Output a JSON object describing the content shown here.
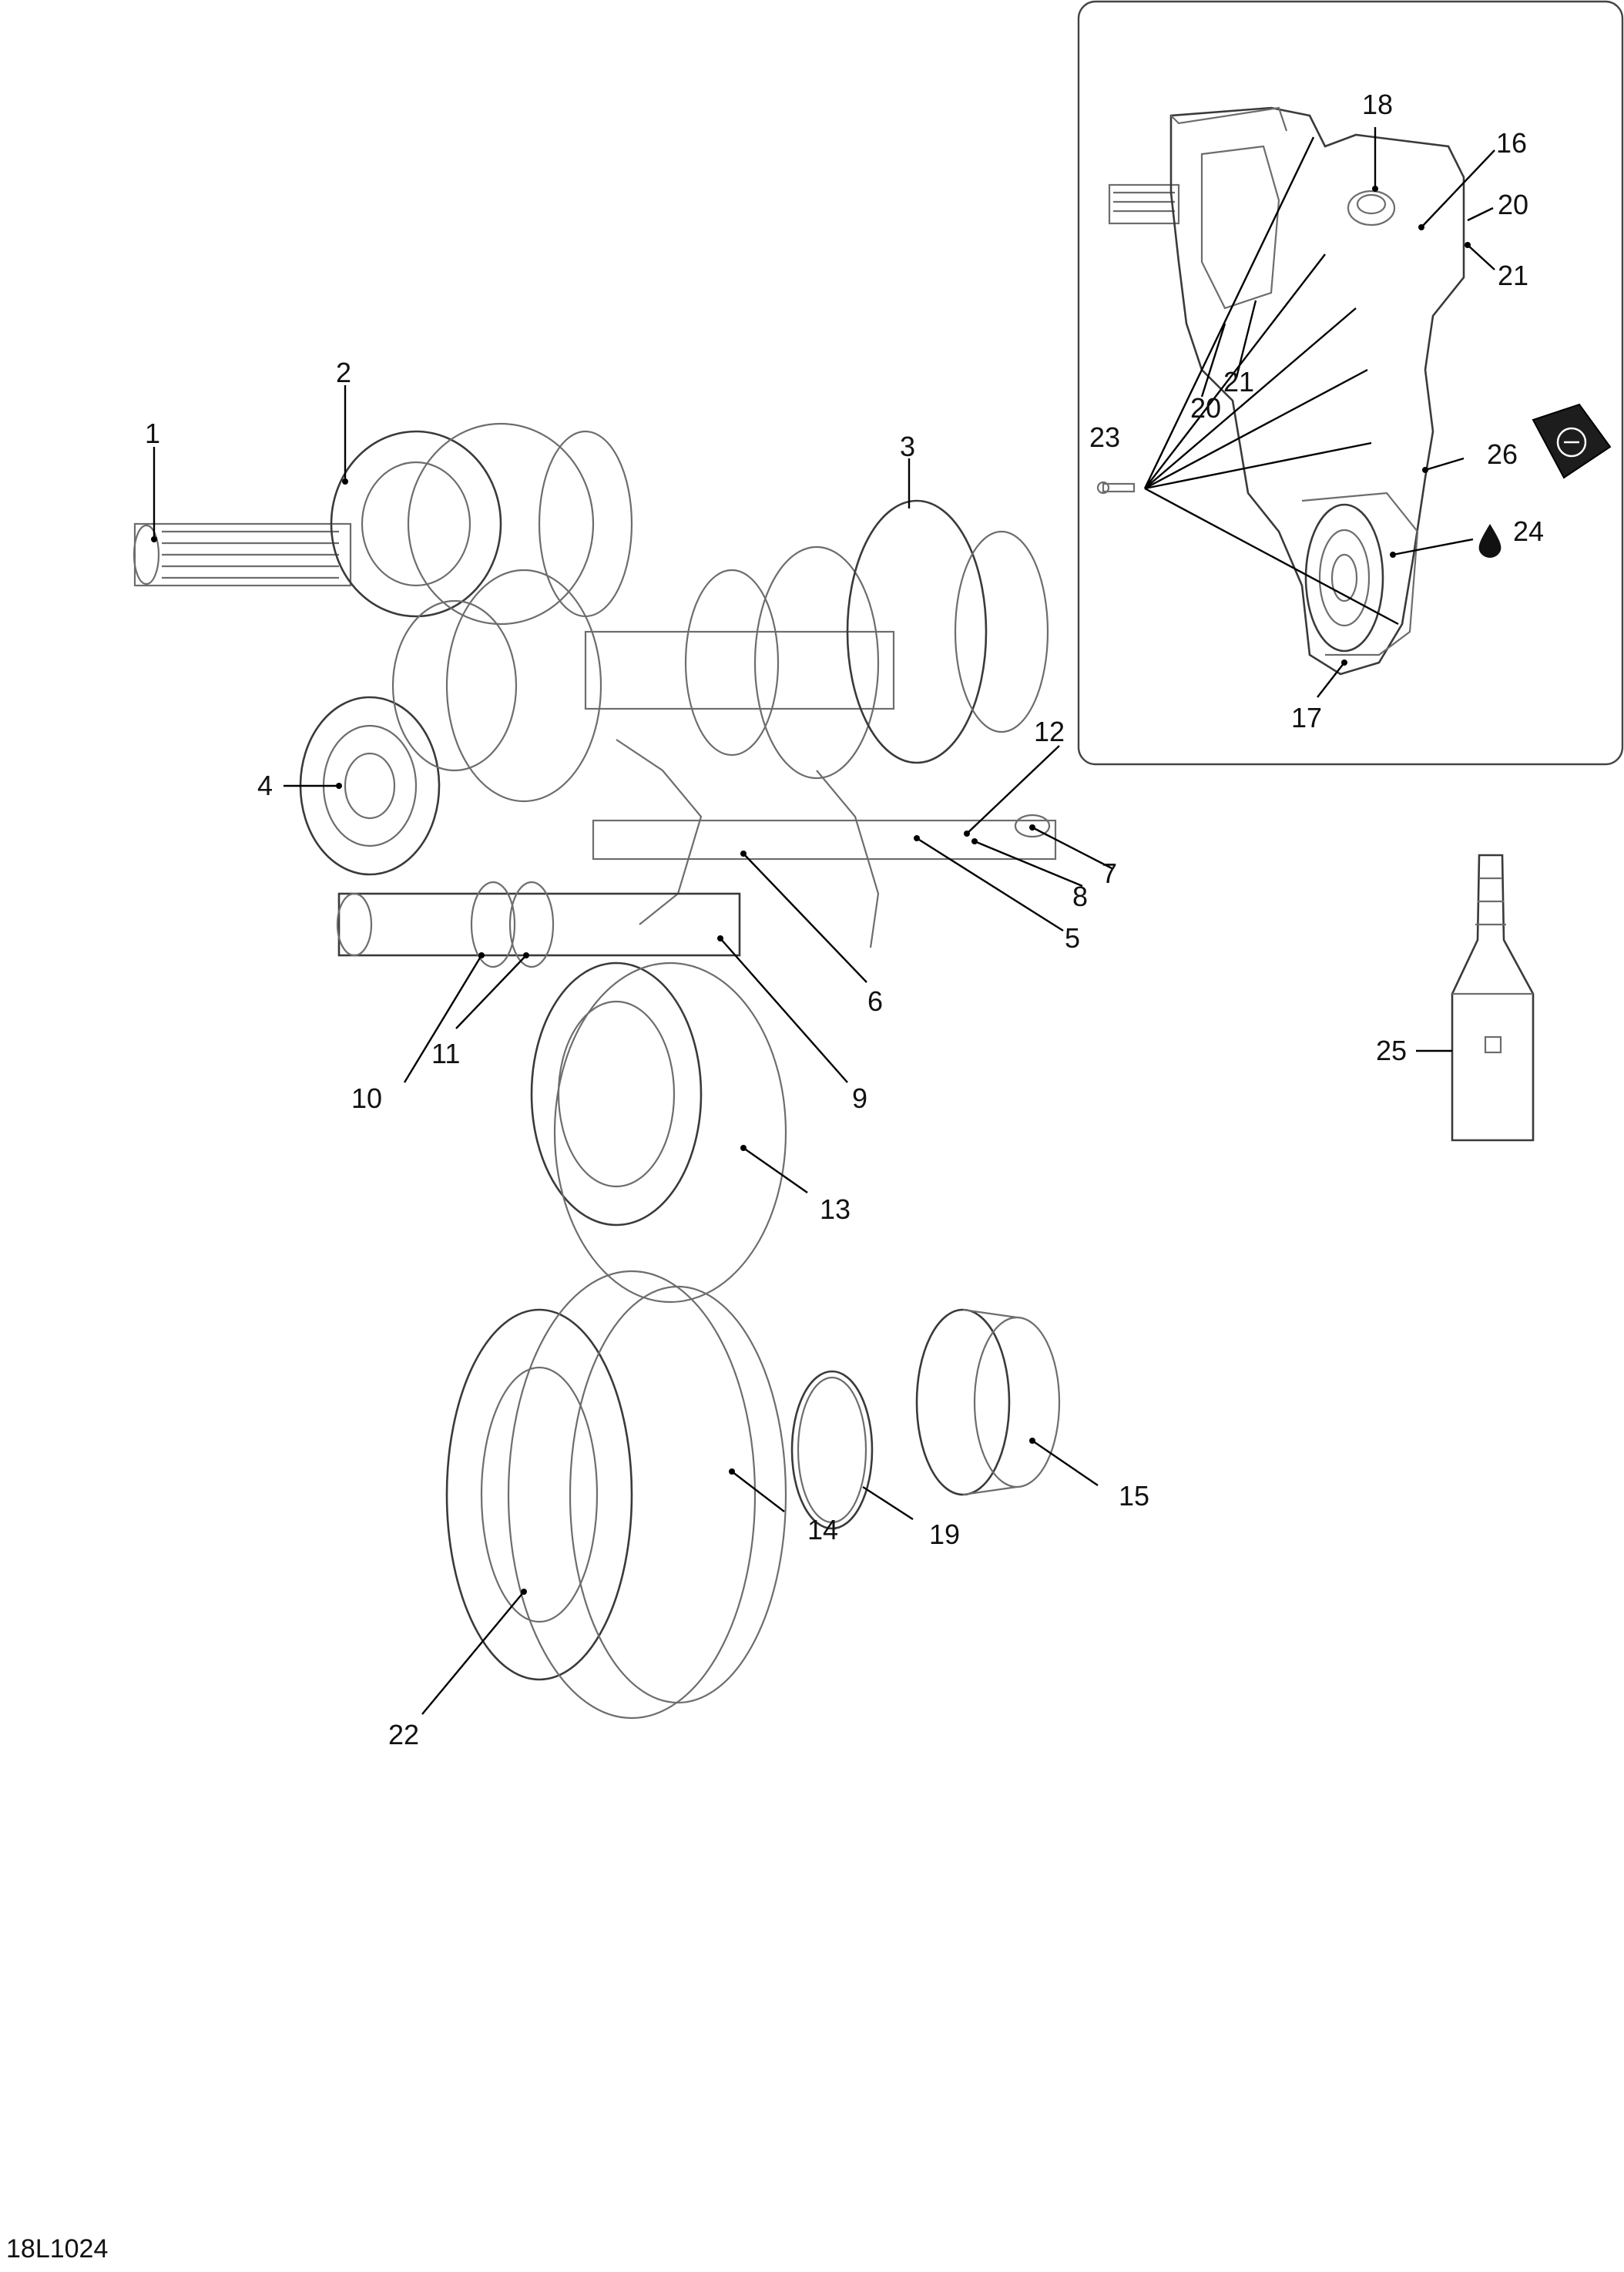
{
  "drawing_code": "18L1024",
  "callouts": {
    "c1": "1",
    "c2": "2",
    "c3": "3",
    "c4": "4",
    "c5": "5",
    "c6": "6",
    "c7": "7",
    "c8": "8",
    "c9": "9",
    "c10": "10",
    "c11": "11",
    "c12": "12",
    "c13": "13",
    "c14": "14",
    "c15": "15",
    "c16": "16",
    "c17": "17",
    "c18": "18",
    "c19": "19",
    "c20a": "20",
    "c20b": "20",
    "c21a": "21",
    "c21b": "21",
    "c22": "22",
    "c23": "23",
    "c24": "24",
    "c25": "25",
    "c26": "26"
  },
  "icons": {
    "oil_drop": "oil-drop-icon",
    "grease_packet": "grease-packet-icon"
  }
}
